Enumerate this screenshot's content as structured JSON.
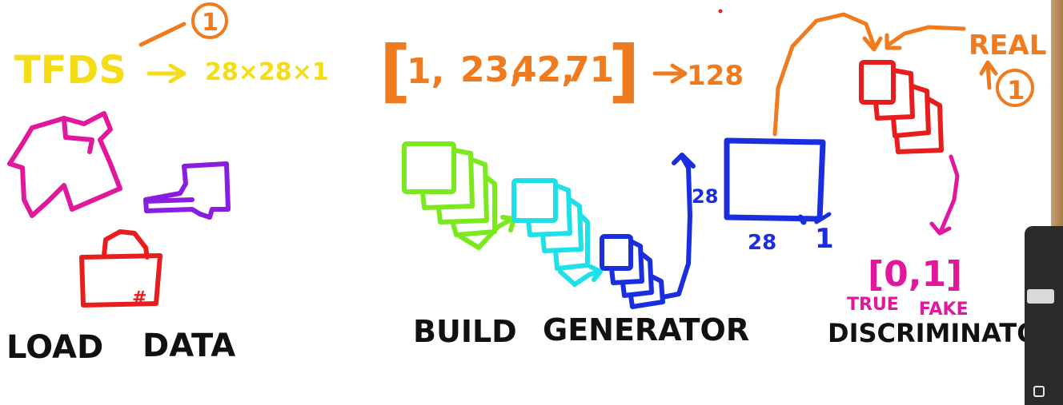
{
  "load": {
    "tfds": "TFDS",
    "shape": "28×28×1",
    "step_number": "1",
    "caption_load": "LOAD",
    "caption_data": "DATA",
    "bag_mark": "#"
  },
  "generator": {
    "bracket_open": "[",
    "v1": "1,",
    "v2": "23,",
    "v3": "42,",
    "v4": "71",
    "bracket_close": "]",
    "output_size": "128",
    "side_label": "28",
    "bottom_label": "28",
    "depth_label": "1",
    "caption_build": "BUILD",
    "caption_generator": "GENERATOR"
  },
  "discriminator": {
    "real_label": "REAL",
    "real_number": "1",
    "range": "[0,1]",
    "true_label": "TRUE",
    "fake_label": "FAKE",
    "caption": "DISCRIMINATOR"
  },
  "colors": {
    "yellow": "#f4dc16",
    "orange": "#f07a1e",
    "magenta": "#e1189c",
    "purple": "#8a1ee0",
    "red": "#e81e1e",
    "green": "#7ce81e",
    "cyan": "#1ee0e8",
    "blue": "#1a2ee0",
    "black": "#111111"
  },
  "icons": [
    "shirt-icon",
    "boot-icon",
    "bag-icon",
    "red-dot-icon"
  ]
}
